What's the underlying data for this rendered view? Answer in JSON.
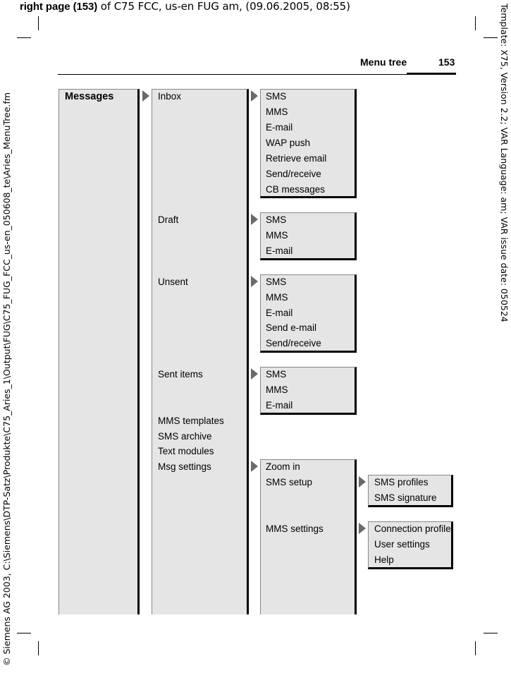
{
  "slug": {
    "bold": "right page (153)",
    "rest": " of C75 FCC, us-en FUG am,   (09.06.2005, 08:55)"
  },
  "side_left": "© Siemens AG 2003, C:\\Siemens\\DTP-Satz\\Produkte\\C75_Aries_1\\Output\\FUG\\C75_FUG_FCC_us-en_050608_te\\Aries_MenuTree.fm",
  "side_right": "Template: X75, Version 2.2; VAR Language: am; VAR issue date: 050524",
  "header": {
    "title": "Menu tree",
    "page_number": "153"
  },
  "menu": {
    "root": "Messages",
    "level2": [
      "Inbox",
      "Draft",
      "Unsent",
      "Sent items",
      "MMS templates",
      "SMS archive",
      "Text modules",
      "Msg settings"
    ],
    "inbox": [
      "SMS",
      "MMS",
      "E-mail",
      "WAP push",
      "Retrieve email",
      "Send/receive",
      "CB messages"
    ],
    "draft": [
      "SMS",
      "MMS",
      "E-mail"
    ],
    "unsent": [
      "SMS",
      "MMS",
      "E-mail",
      "Send e-mail",
      "Send/receive"
    ],
    "sent": [
      "SMS",
      "MMS",
      "E-mail"
    ],
    "msg_settings": [
      "Zoom in",
      "SMS setup",
      "MMS settings"
    ],
    "sms_setup": [
      "SMS profiles",
      "SMS signature"
    ],
    "mms_settings": [
      "Connection profile:",
      "User settings",
      "Help"
    ]
  },
  "colors": {
    "box_fill": "#e5e5e5",
    "arrow": "#6a6a6a",
    "border_dark": "#000000"
  }
}
